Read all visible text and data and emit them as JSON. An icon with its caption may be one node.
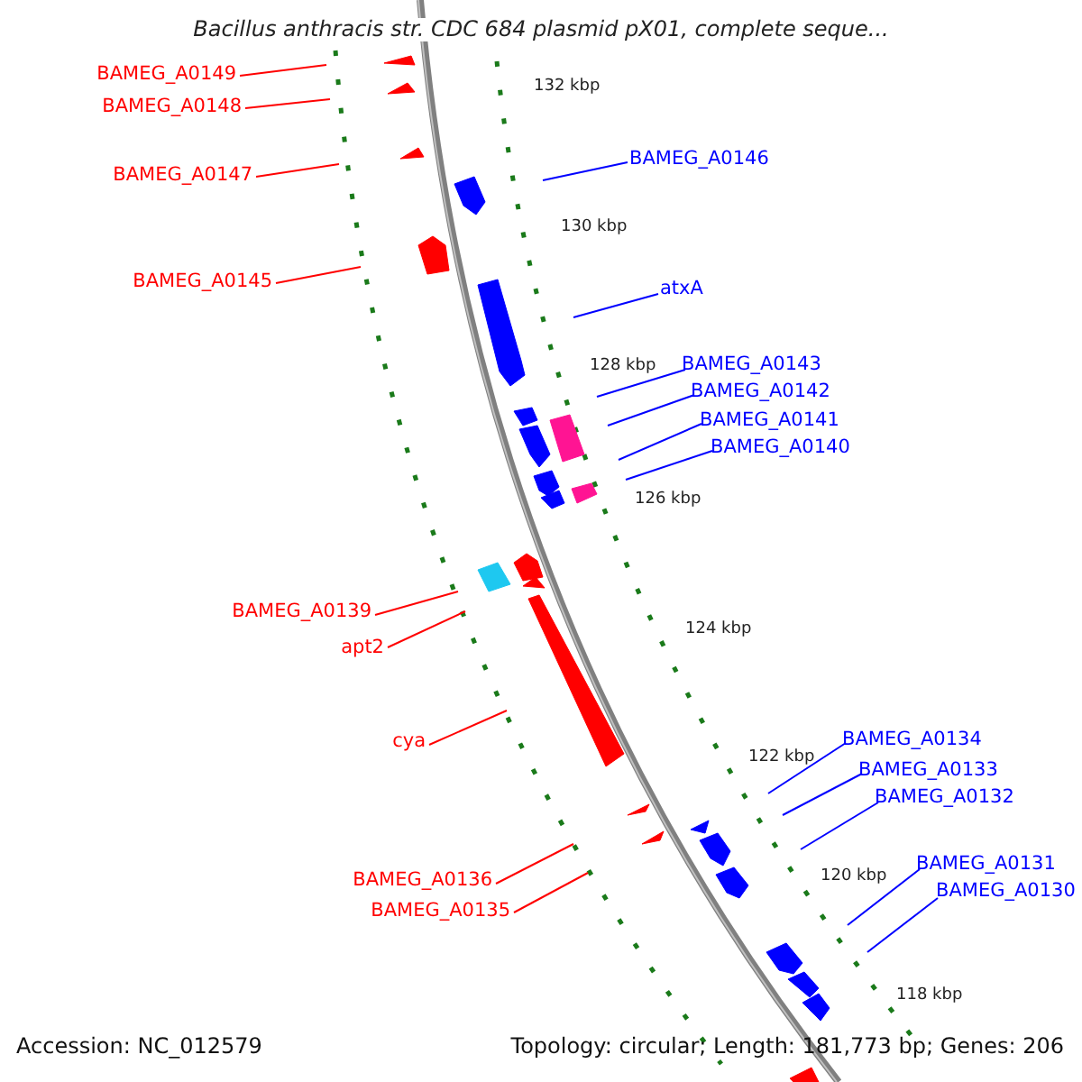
{
  "diagram": {
    "title": "Bacillus anthracis str. CDC 684 plasmid pX01, complete seque...",
    "nodes": [
      {
        "text": [
          "BAMEG_A0149"
        ]
      },
      {
        "text": [
          "BAMEG_A0148"
        ]
      },
      {
        "text": [
          "BAMEG_A0146"
        ]
      },
      {
        "text": [
          "BAMEG_A0147"
        ]
      },
      {
        "text": [
          "BAMEG_A0145"
        ]
      },
      {
        "text": [
          "atxA"
        ]
      },
      {
        "text": [
          "BAMEG_A0143"
        ]
      },
      {
        "text": [
          "BAMEG_A0142"
        ]
      },
      {
        "text": [
          "BAMEG_A0141"
        ]
      },
      {
        "text": [
          "BAMEG_A0140"
        ]
      },
      {
        "text": [
          "BAMEG_A0139"
        ]
      },
      {
        "text": [
          "apt2"
        ]
      },
      {
        "text": [
          "cya"
        ]
      },
      {
        "text": [
          "BAMEG_A0134"
        ]
      },
      {
        "text": [
          "BAMEG_A0133"
        ]
      },
      {
        "text": [
          "BAMEG_A0132"
        ]
      },
      {
        "text": [
          "BAMEG_A0131"
        ]
      },
      {
        "text": [
          "BAMEG_A0136"
        ]
      },
      {
        "text": [
          "BAMEG_A0130"
        ]
      },
      {
        "text": [
          "BAMEG_A0135"
        ]
      }
    ],
    "edges": [
      {
        "from": 0,
        "to": null,
        "arrow": "none",
        "color": "#ff0000"
      },
      {
        "from": 1,
        "to": null,
        "arrow": "none",
        "color": "#ff0000"
      },
      {
        "from": 2,
        "to": null,
        "arrow": "none"
      },
      {
        "from": 3,
        "to": null,
        "arrow": "none",
        "color": "#ff0000"
      },
      {
        "from": 4,
        "to": null,
        "arrow": "none",
        "color": "#ff0000"
      },
      {
        "from": 5,
        "to": null,
        "arrow": "none"
      },
      {
        "from": 6,
        "to": null,
        "arrow": "none"
      },
      {
        "from": 7,
        "to": null,
        "arrow": "none"
      },
      {
        "from": 8,
        "to": null,
        "arrow": "none"
      },
      {
        "from": 9,
        "to": null,
        "arrow": "none"
      },
      {
        "from": 10,
        "to": null,
        "arrow": "none",
        "color": "#ff0000"
      },
      {
        "from": 11,
        "to": null,
        "arrow": "none",
        "color": "#ff0000"
      },
      {
        "from": 12,
        "to": null,
        "arrow": "none",
        "color": "#ff0000"
      },
      {
        "from": 13,
        "to": null,
        "arrow": "none"
      },
      {
        "from": 14,
        "to": null,
        "arrow": "none"
      },
      {
        "from": 15,
        "to": null,
        "arrow": "none"
      },
      {
        "from": 16,
        "to": null,
        "arrow": "none"
      },
      {
        "from": 17,
        "to": null,
        "arrow": "none",
        "color": "#ff0000"
      },
      {
        "from": 18,
        "to": null,
        "arrow": "none"
      },
      {
        "from": 19,
        "to": null,
        "arrow": "none",
        "color": "#ff0000"
      }
    ],
    "labels": [
      "132 kbp",
      "130 kbp",
      "128 kbp",
      "126 kbp",
      "124 kbp",
      "122 kbp",
      "120 kbp",
      "118 kbp",
      "Accession: NC_012579",
      "Topology: circular; Length: 181,773 bp; Genes: 206"
    ]
  }
}
